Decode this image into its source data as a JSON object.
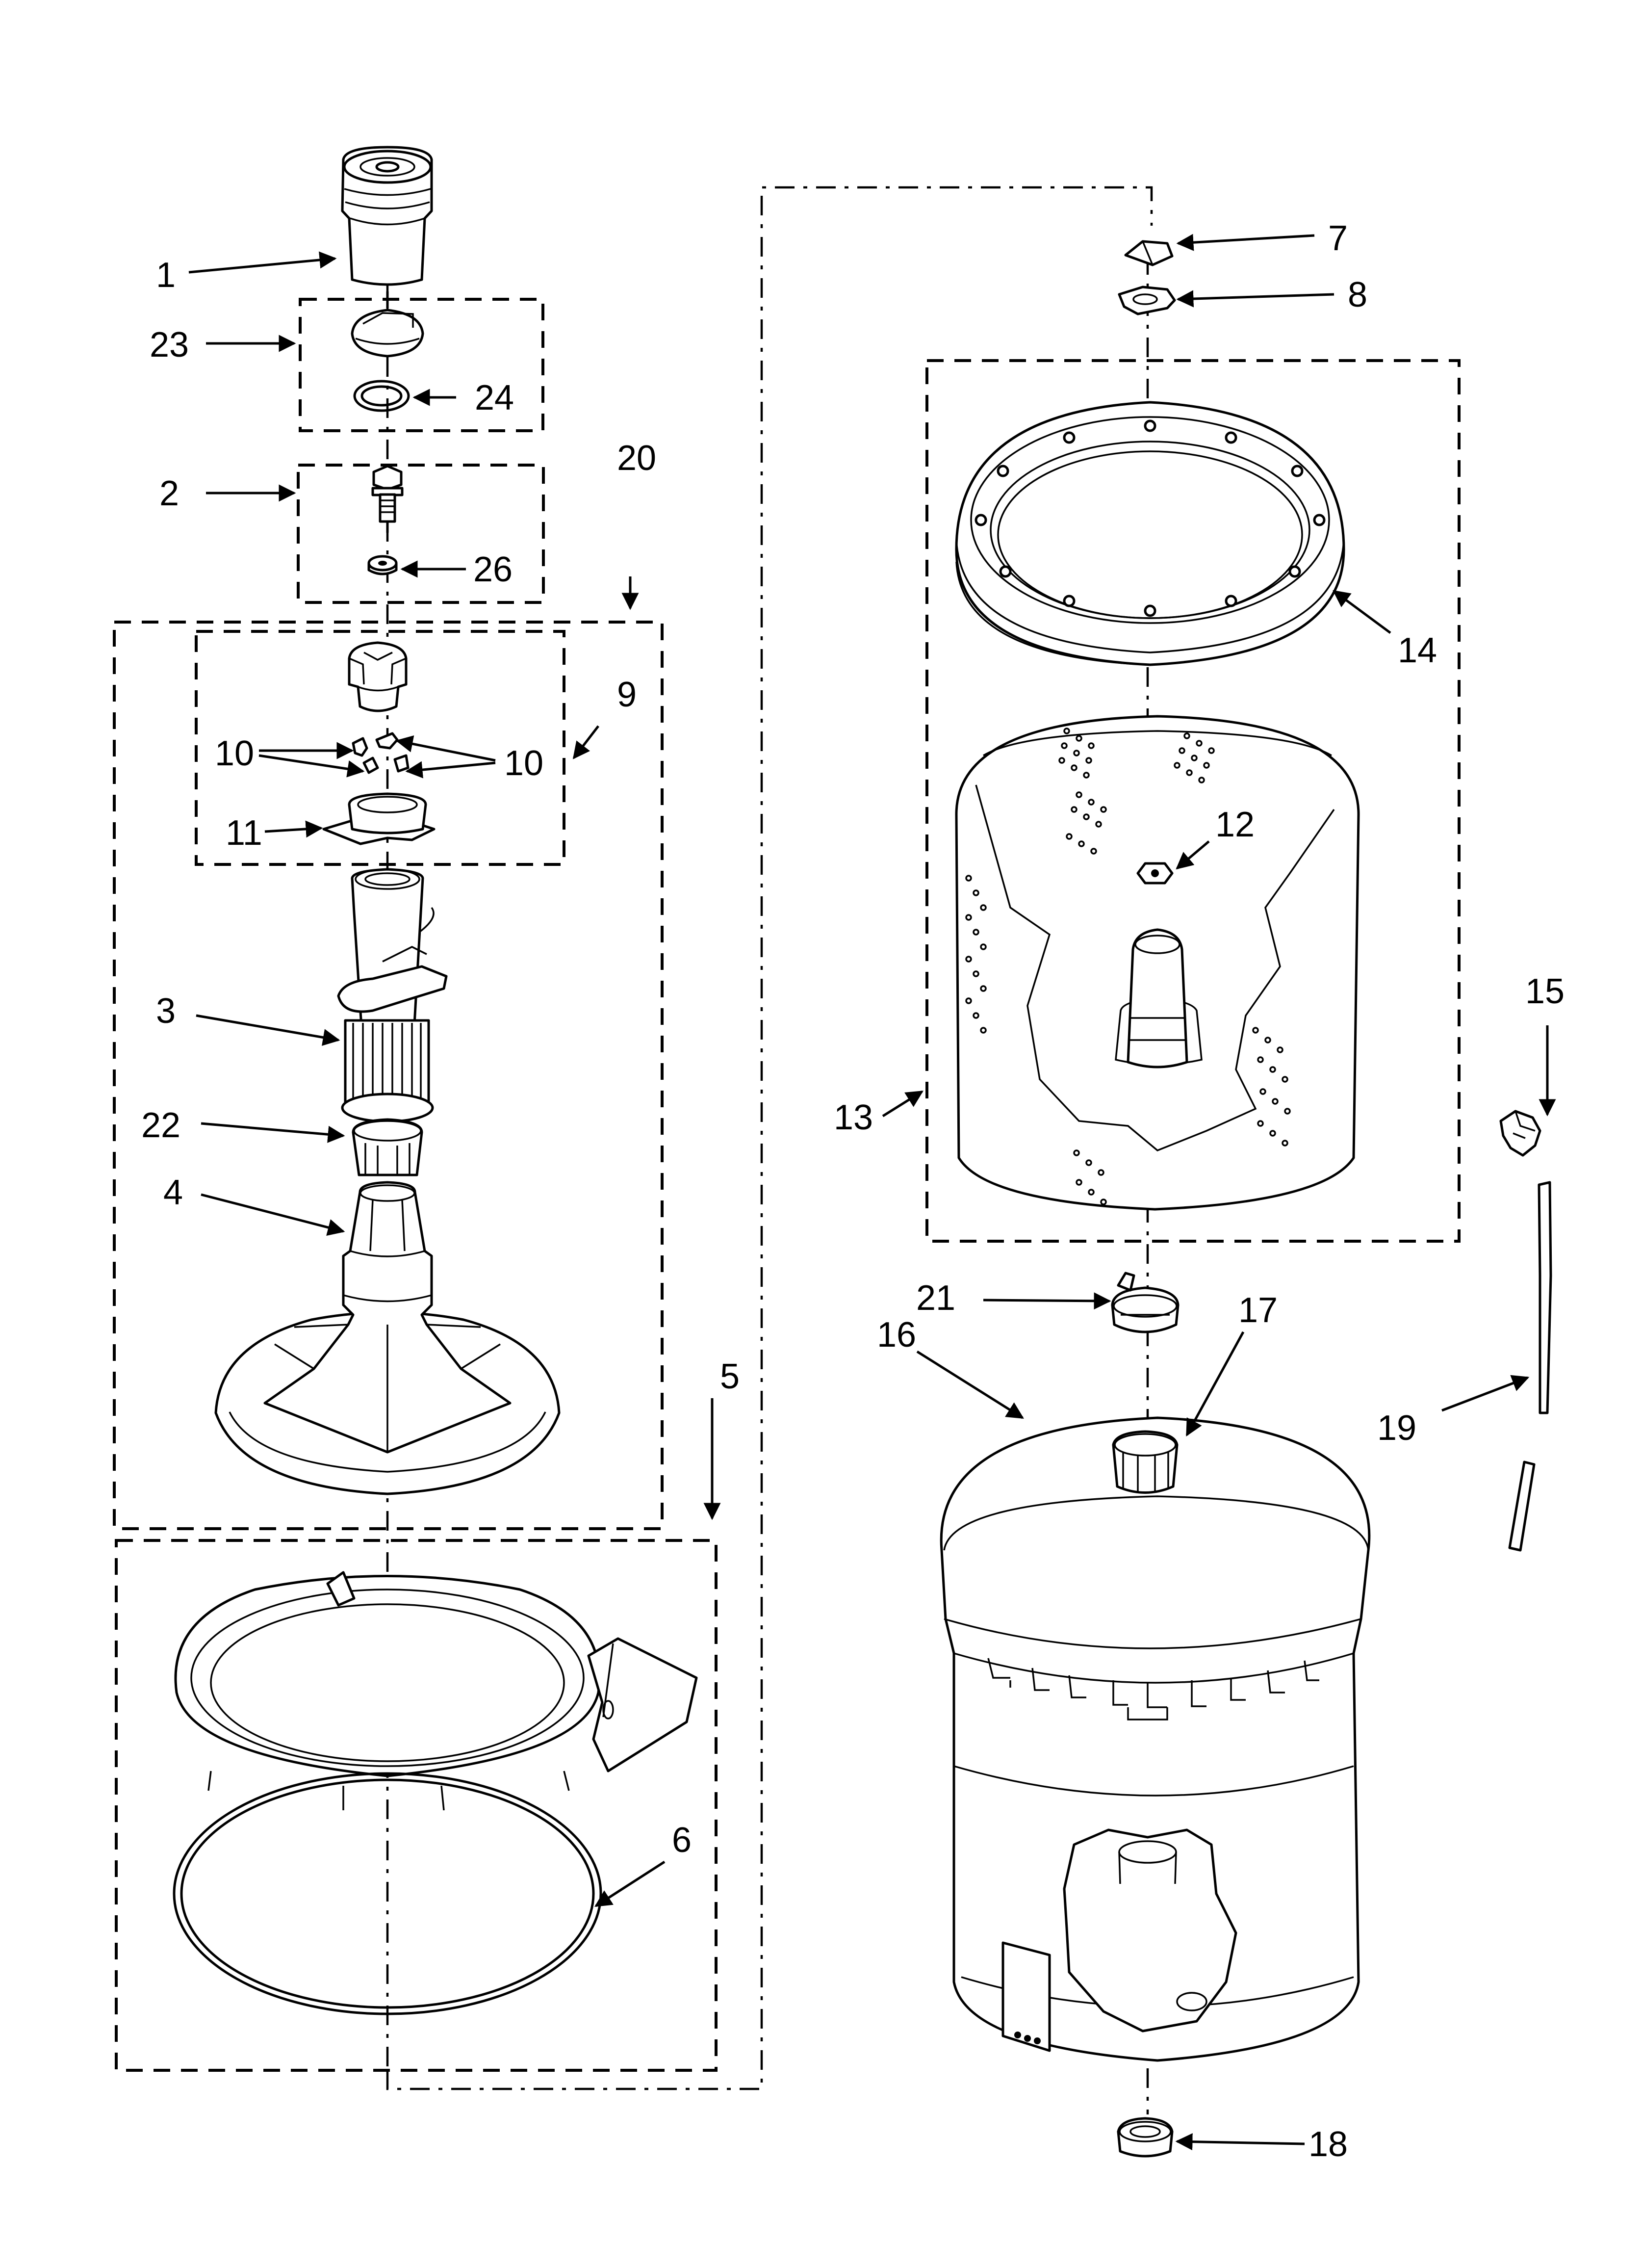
{
  "callouts": {
    "c1": "1",
    "c2": "2",
    "c3": "3",
    "c4": "4",
    "c5": "5",
    "c6": "6",
    "c7": "7",
    "c8": "8",
    "c9": "9",
    "c10a": "10",
    "c10b": "10",
    "c11": "11",
    "c12": "12",
    "c13": "13",
    "c14": "14",
    "c15": "15",
    "c16": "16",
    "c17": "17",
    "c18": "18",
    "c19": "19",
    "c20": "20",
    "c21": "21",
    "c22": "22",
    "c23": "23",
    "c24": "24",
    "c26": "26"
  }
}
